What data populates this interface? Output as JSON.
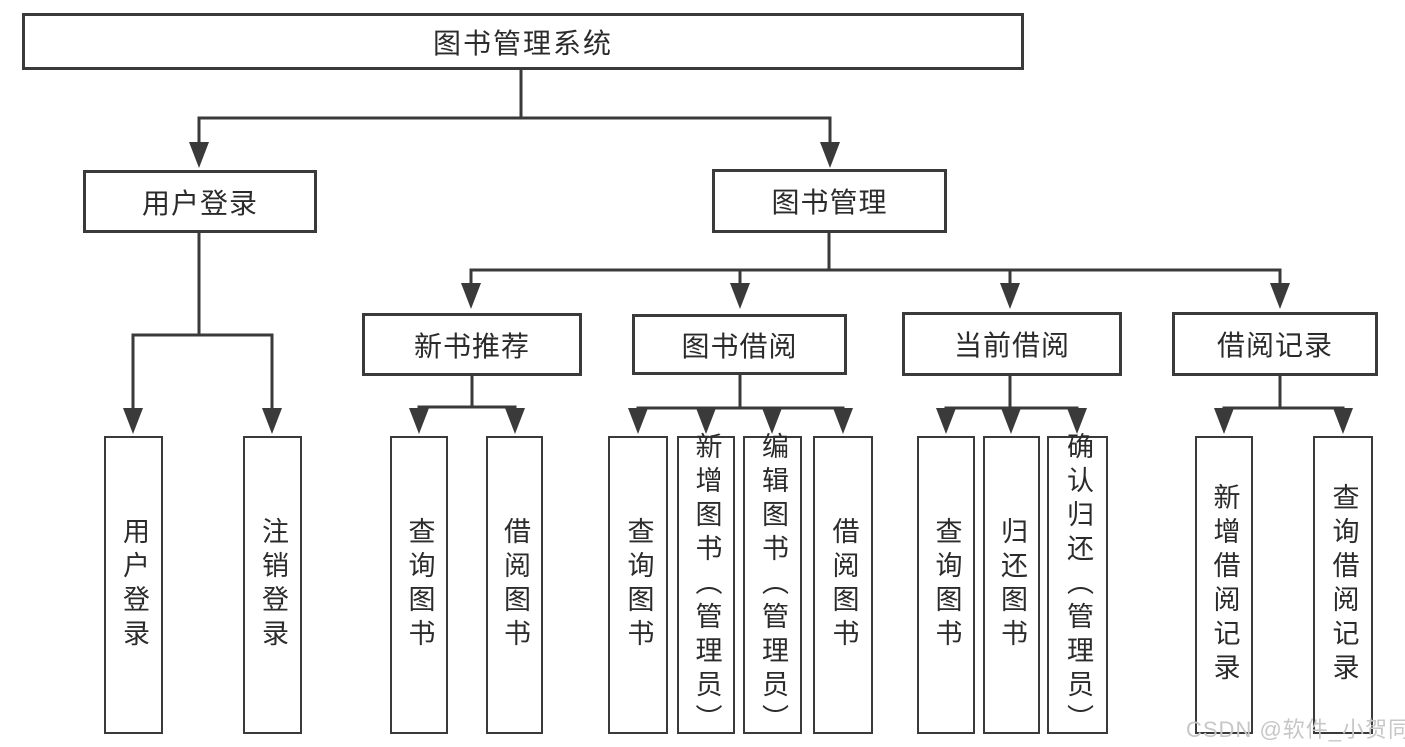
{
  "diagram": {
    "type": "tree",
    "title": "图书管理系统",
    "colors": {
      "background": "#ffffff",
      "line": "#3a3a3a",
      "box_border": "#3a3a3a",
      "text": "#2b2b2b",
      "watermark_text": "#c7c7c7"
    },
    "tree": {
      "label": "图书管理系统",
      "children": [
        {
          "label": "用户登录",
          "children": [
            {
              "label": "用户登录"
            },
            {
              "label": "注销登录"
            }
          ]
        },
        {
          "label": "图书管理",
          "children": [
            {
              "label": "新书推荐",
              "children": [
                {
                  "label": "查询图书"
                },
                {
                  "label": "借阅图书"
                }
              ]
            },
            {
              "label": "图书借阅",
              "children": [
                {
                  "label": "查询图书"
                },
                {
                  "label": "新增图书（管理员）"
                },
                {
                  "label": "编辑图书（管理员）"
                },
                {
                  "label": "借阅图书"
                }
              ]
            },
            {
              "label": "当前借阅",
              "children": [
                {
                  "label": "查询图书"
                },
                {
                  "label": "归还图书"
                },
                {
                  "label": "确认归还（管理员）"
                }
              ]
            },
            {
              "label": "借阅记录",
              "children": [
                {
                  "label": "新增借阅记录"
                },
                {
                  "label": "查询借阅记录"
                }
              ]
            }
          ]
        }
      ]
    }
  },
  "watermark": {
    "text": "CSDN @软件_小贺同学"
  }
}
